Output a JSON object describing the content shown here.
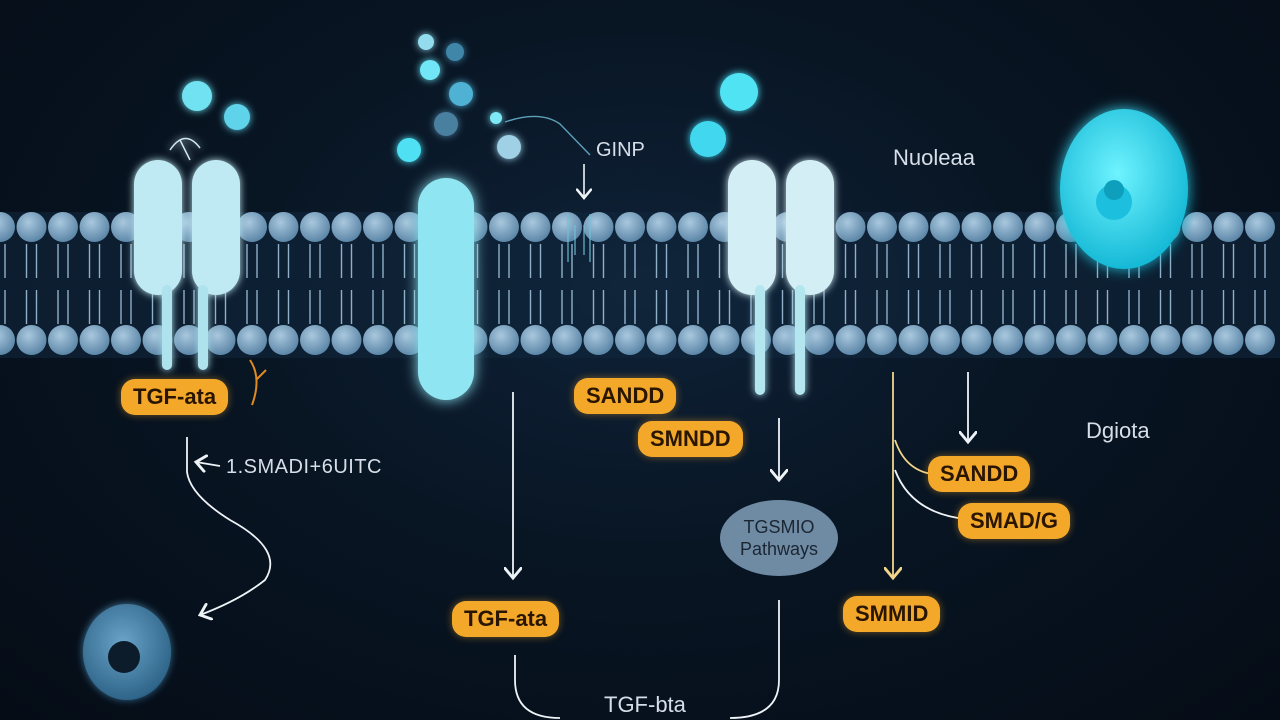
{
  "labels": {
    "top_center": "GINP",
    "top_right": "Nuoleaa",
    "right_side": "Dgiota",
    "left_step": "1.SMADI+6UITC",
    "bottom_center": "TGF-bta"
  },
  "pills": {
    "left_tgf": "TGF-ata",
    "smad_1": "SANDD",
    "smad_2": "SMNDD",
    "bottom_tgf": "TGF-ata",
    "right_smad_1": "SANDD",
    "right_smad_2": "SMAD/G",
    "right_smad_3": "SMMID"
  },
  "bubble": {
    "line1": "TGSMIO",
    "line2": "Pathways"
  },
  "colors": {
    "background": "#081523",
    "membrane": "#7da6c6",
    "receptor": "#bfeaf3",
    "glow": "#38d8f0",
    "pill": "#f3a82a"
  }
}
